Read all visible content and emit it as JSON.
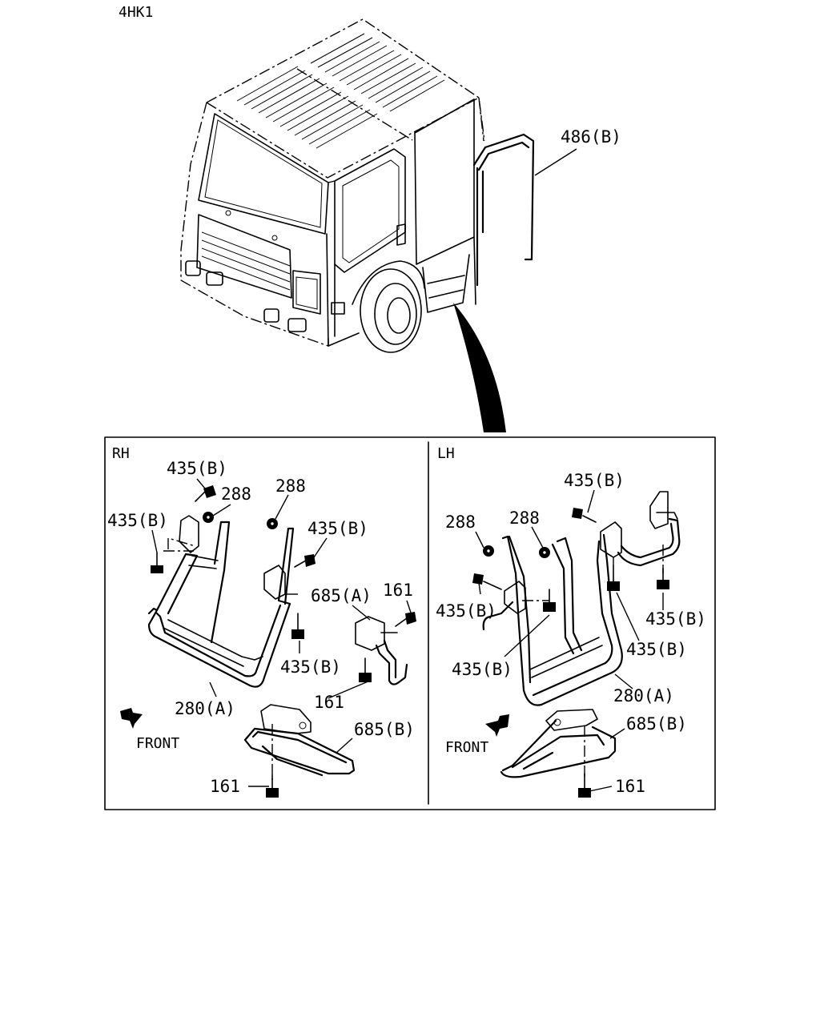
{
  "model_code": "4HK1",
  "callout_top": "486(B)",
  "panels": {
    "rh": {
      "title": "RH",
      "front_label": "FRONT",
      "labels": [
        "435(B)",
        "288",
        "288",
        "435(B)",
        "435(B)",
        "685(A)",
        "161",
        "435(B)",
        "161",
        "280(A)",
        "685(B)",
        "161"
      ]
    },
    "lh": {
      "title": "LH",
      "front_label": "FRONT",
      "labels": [
        "435(B)",
        "288",
        "288",
        "435(B)",
        "435(B)",
        "435(B)",
        "435(B)",
        "280(A)",
        "685(B)",
        "161"
      ]
    }
  }
}
